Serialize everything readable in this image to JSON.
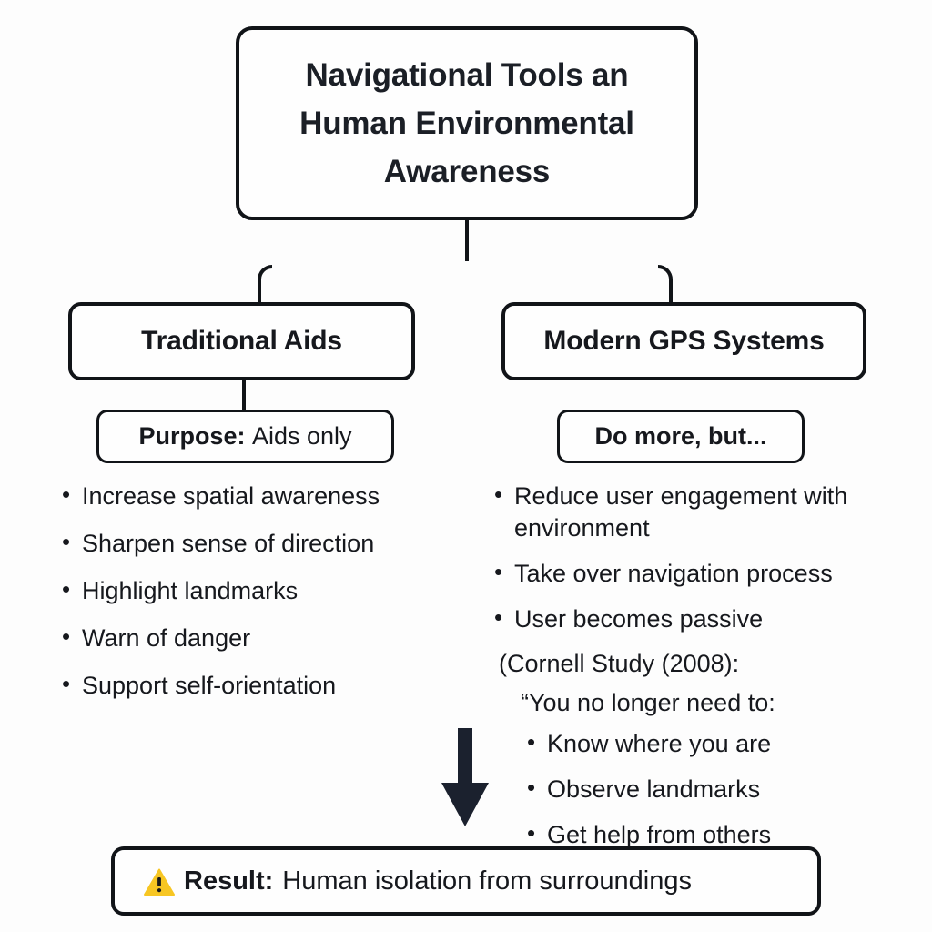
{
  "diagram": {
    "root": {
      "title": "Navigational Tools an Human Environmental Awareness"
    },
    "branches": {
      "left": {
        "title": "Traditional Aids",
        "pill_lead": "Purpose:",
        "pill_rest": "Aids only",
        "bullets": [
          "Increase spatial awareness",
          "Sharpen sense of direction",
          "Highlight landmarks",
          "Warn of danger",
          "Support self-orientation"
        ]
      },
      "right": {
        "title": "Modern GPS Systems",
        "pill_lead": "Do more, but...",
        "pill_rest": "",
        "bullets": [
          "Reduce user engagement with environment",
          "Take over navigation process",
          "User becomes passive"
        ],
        "note_source": "(Cornell Study (2008):",
        "note_quote": "“You no longer need to:",
        "sub_bullets": [
          "Know where you are",
          "Observe landmarks",
          "Get help from others"
        ]
      }
    },
    "result": {
      "icon": "warning-triangle-icon",
      "lead": "Result:",
      "rest": "Human isolation from surroundings"
    },
    "colors": {
      "background": "#fdfdfd",
      "box_fill": "#fefefe",
      "stroke": "#111418",
      "text": "#16181d",
      "arrow": "#1b212e",
      "warning_fill": "#f7c623",
      "warning_mark": "#1a1a1a"
    }
  }
}
